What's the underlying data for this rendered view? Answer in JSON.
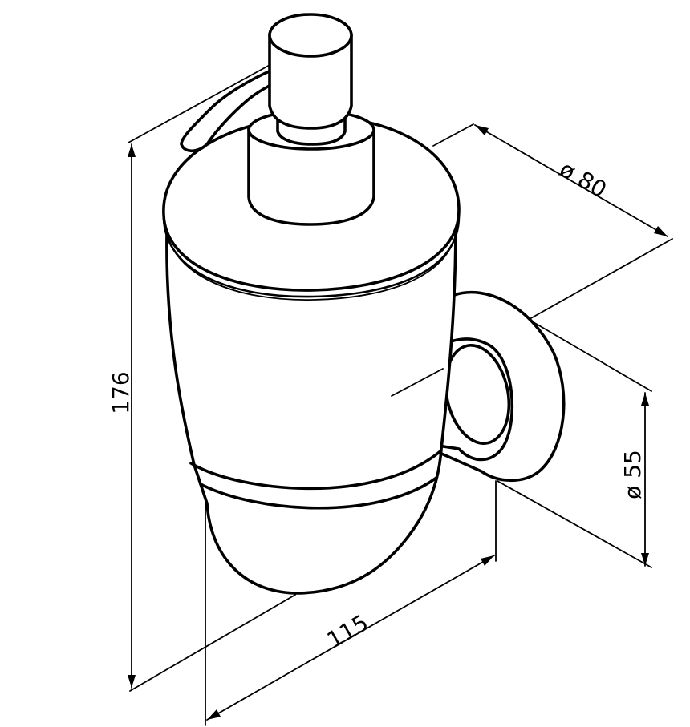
{
  "dimensions": {
    "height": "176",
    "width": "115",
    "bottle_diameter": "ø 80",
    "wall_mount_diameter": "ø 55"
  },
  "colors": {
    "line": "#000000",
    "background": "#ffffff"
  }
}
